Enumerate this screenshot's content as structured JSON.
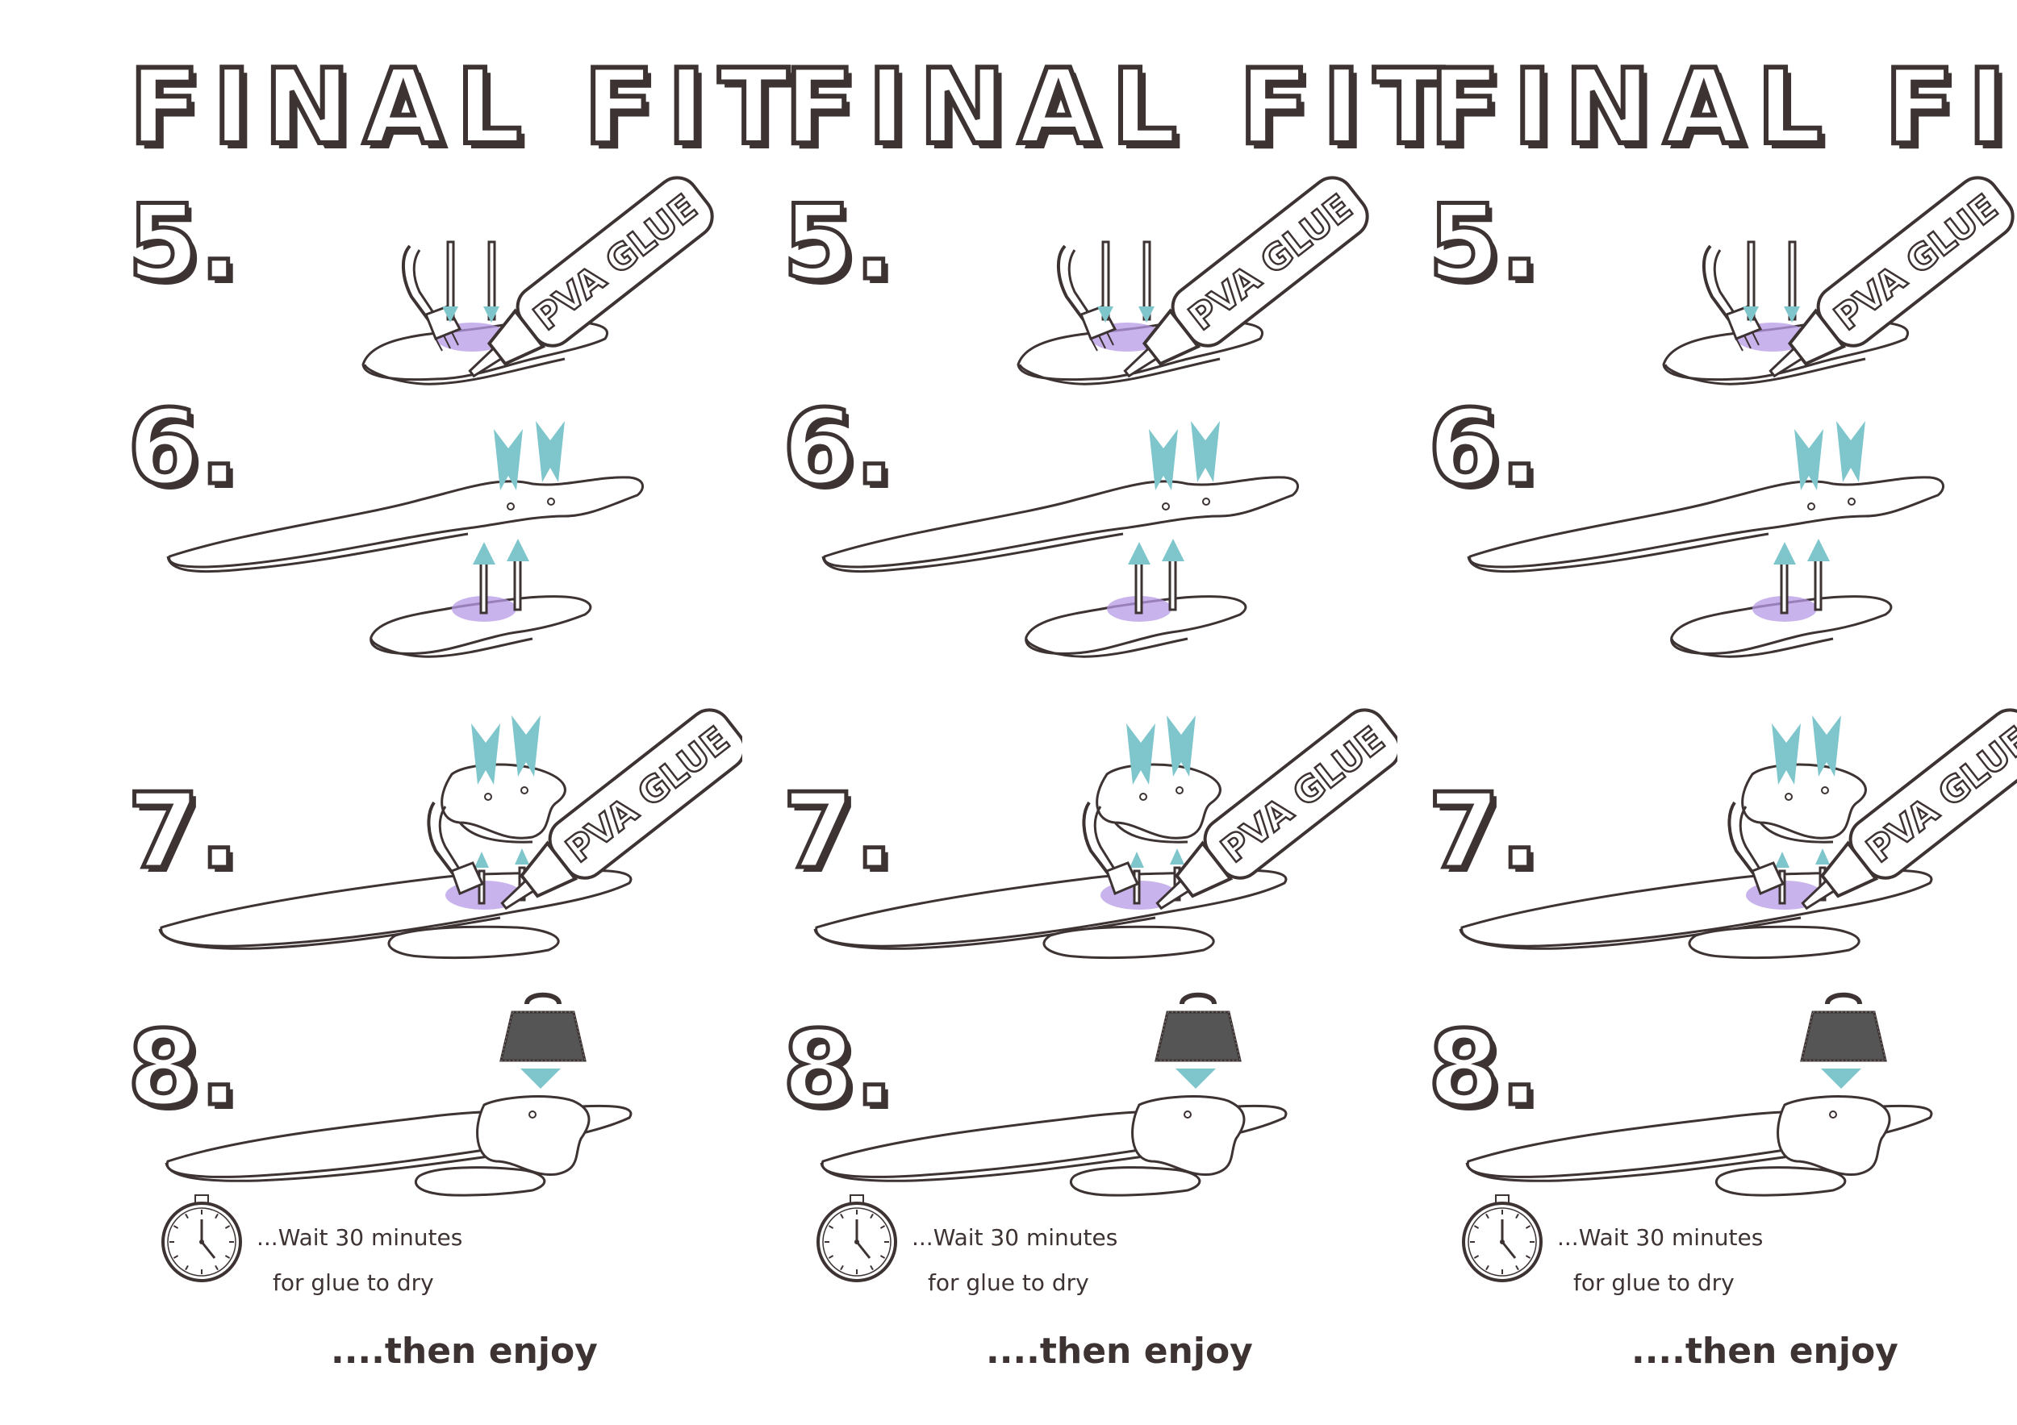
{
  "panels": [
    {
      "title": "FINAL FIT",
      "steps": [
        "5.",
        "6.",
        "7.",
        "8."
      ],
      "glue_label": "PVA GLUE",
      "wait_line": "...Wait 30 minutes",
      "glue_line": "for glue to dry",
      "enjoy_line": "....then enjoy"
    },
    {
      "title": "FINAL FIT",
      "steps": [
        "5.",
        "6.",
        "7.",
        "8."
      ],
      "glue_label": "PVA GLUE",
      "wait_line": "...Wait 30 minutes",
      "glue_line": "for glue to dry",
      "enjoy_line": "....then enjoy"
    },
    {
      "title": "FINAL FIT",
      "steps": [
        "5.",
        "6.",
        "7.",
        "8."
      ],
      "glue_label": "PVA GLUE",
      "wait_line": "...Wait 30 minutes",
      "glue_line": "for glue to dry",
      "enjoy_line": "....then enjoy"
    }
  ],
  "colors": {
    "outline": "#3d3333",
    "arrow": "#7fc6cc",
    "glue": "#b79ae6",
    "weight": "#555555"
  },
  "icons": [
    "brush-icon",
    "glue-bottle-icon",
    "arrow-icon",
    "weight-icon",
    "clock-icon"
  ]
}
